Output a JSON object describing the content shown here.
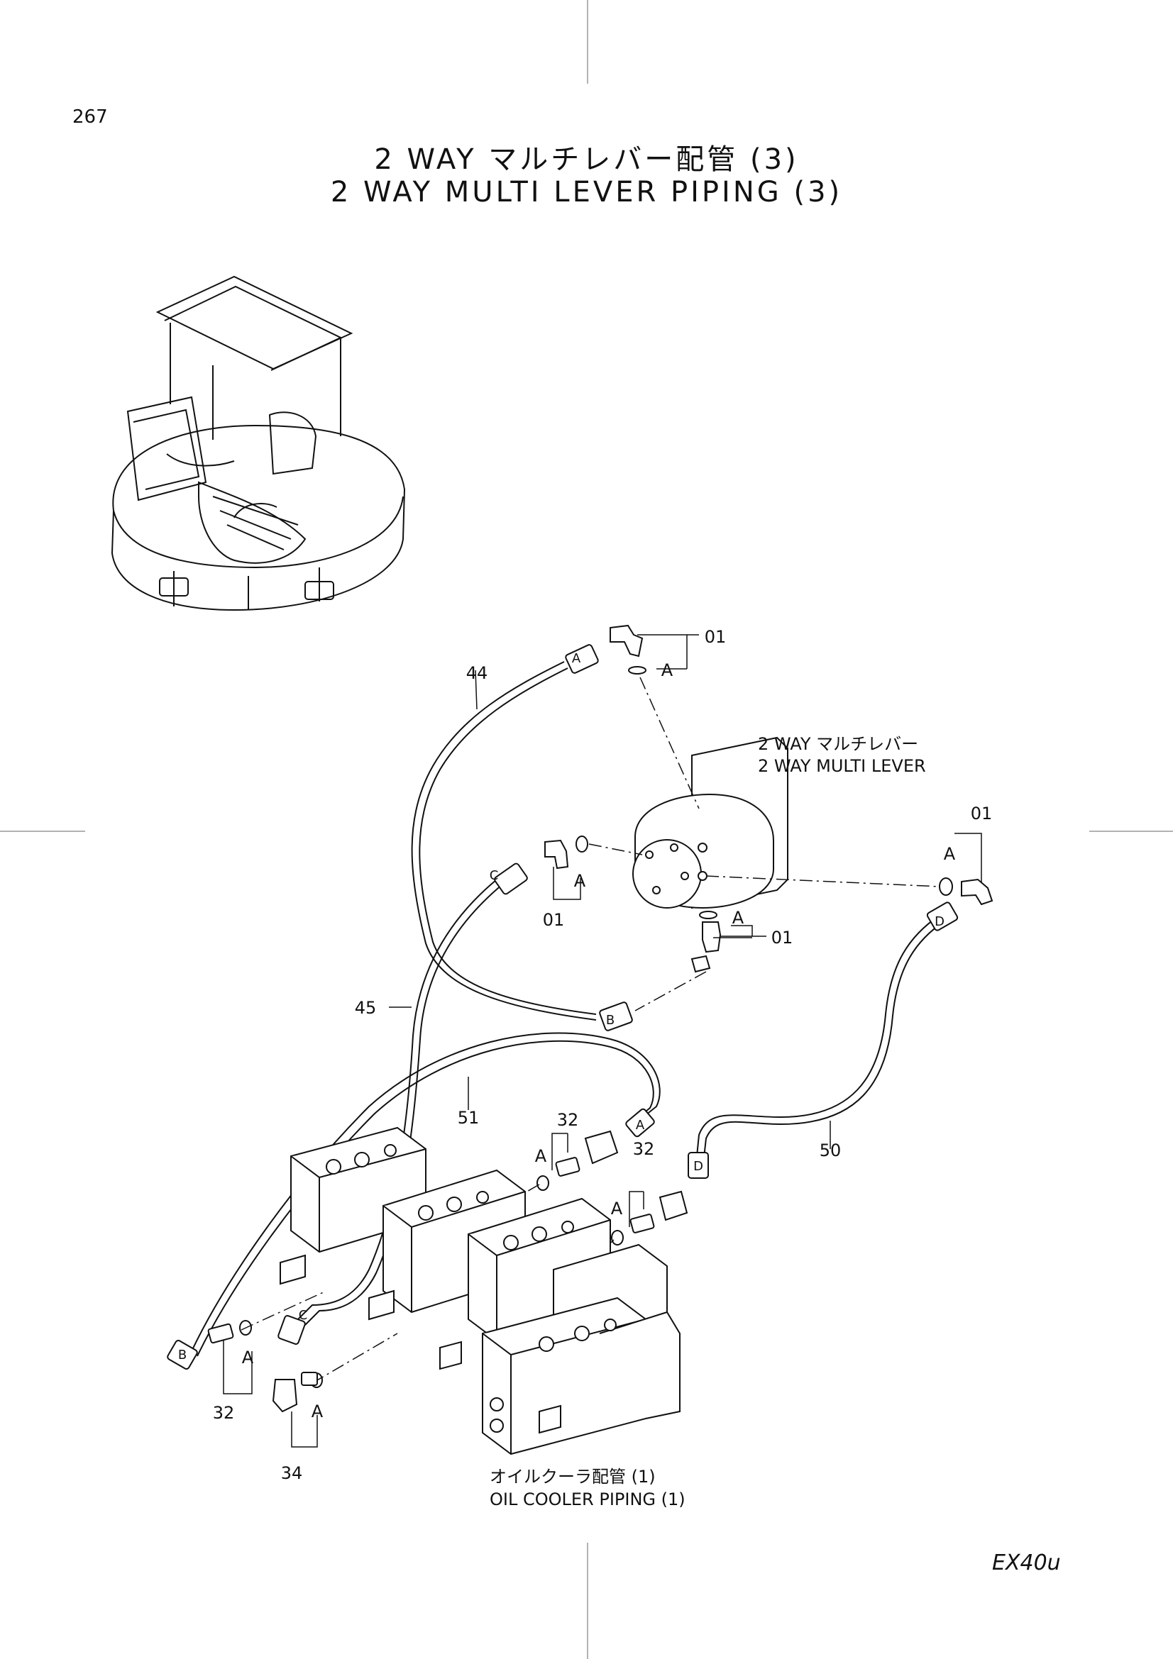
{
  "page_number": "267",
  "title_jp": "2 WAY マルチレバー配管 (3)",
  "title_en": "2 WAY MULTI LEVER PIPING (3)",
  "model": "EX40u",
  "labels": {
    "part_01_top": "01",
    "part_01_right": "01",
    "part_01_mid": "01",
    "part_01_left": "01",
    "part_44": "44",
    "part_45": "45",
    "part_51": "51",
    "part_50": "50",
    "part_32_upper": "32",
    "part_32_mid": "32",
    "part_32_low": "32",
    "part_34": "34",
    "o_ring": "A",
    "conn_a": "A",
    "conn_b": "B",
    "conn_c": "C",
    "conn_d": "D"
  },
  "callouts": {
    "multi_lever_jp": "2 WAY マルチレバー",
    "multi_lever_en": "2 WAY  MULTI  LEVER",
    "oil_cooler_jp": "オイルクーラ配管 (1)",
    "oil_cooler_en": "OIL COOLER  PIPING (1)"
  }
}
